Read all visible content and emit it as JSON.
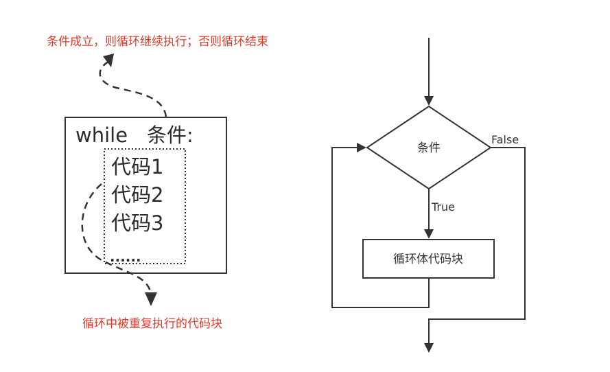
{
  "left_panel": {
    "top_note": "条件成立，则循环继续执行；否则循环结束",
    "bottom_note": "循环中被重复执行的代码块",
    "while_keyword": "while",
    "condition": "条件:",
    "code_lines": [
      "代码1",
      "代码2",
      "代码3"
    ],
    "ellipsis": "......",
    "note_color": "#e03b2b"
  },
  "flowchart": {
    "decision_label": "条件",
    "true_label": "True",
    "false_label": "False",
    "process_label": "循环体代码块",
    "stroke_color": "#333333"
  }
}
